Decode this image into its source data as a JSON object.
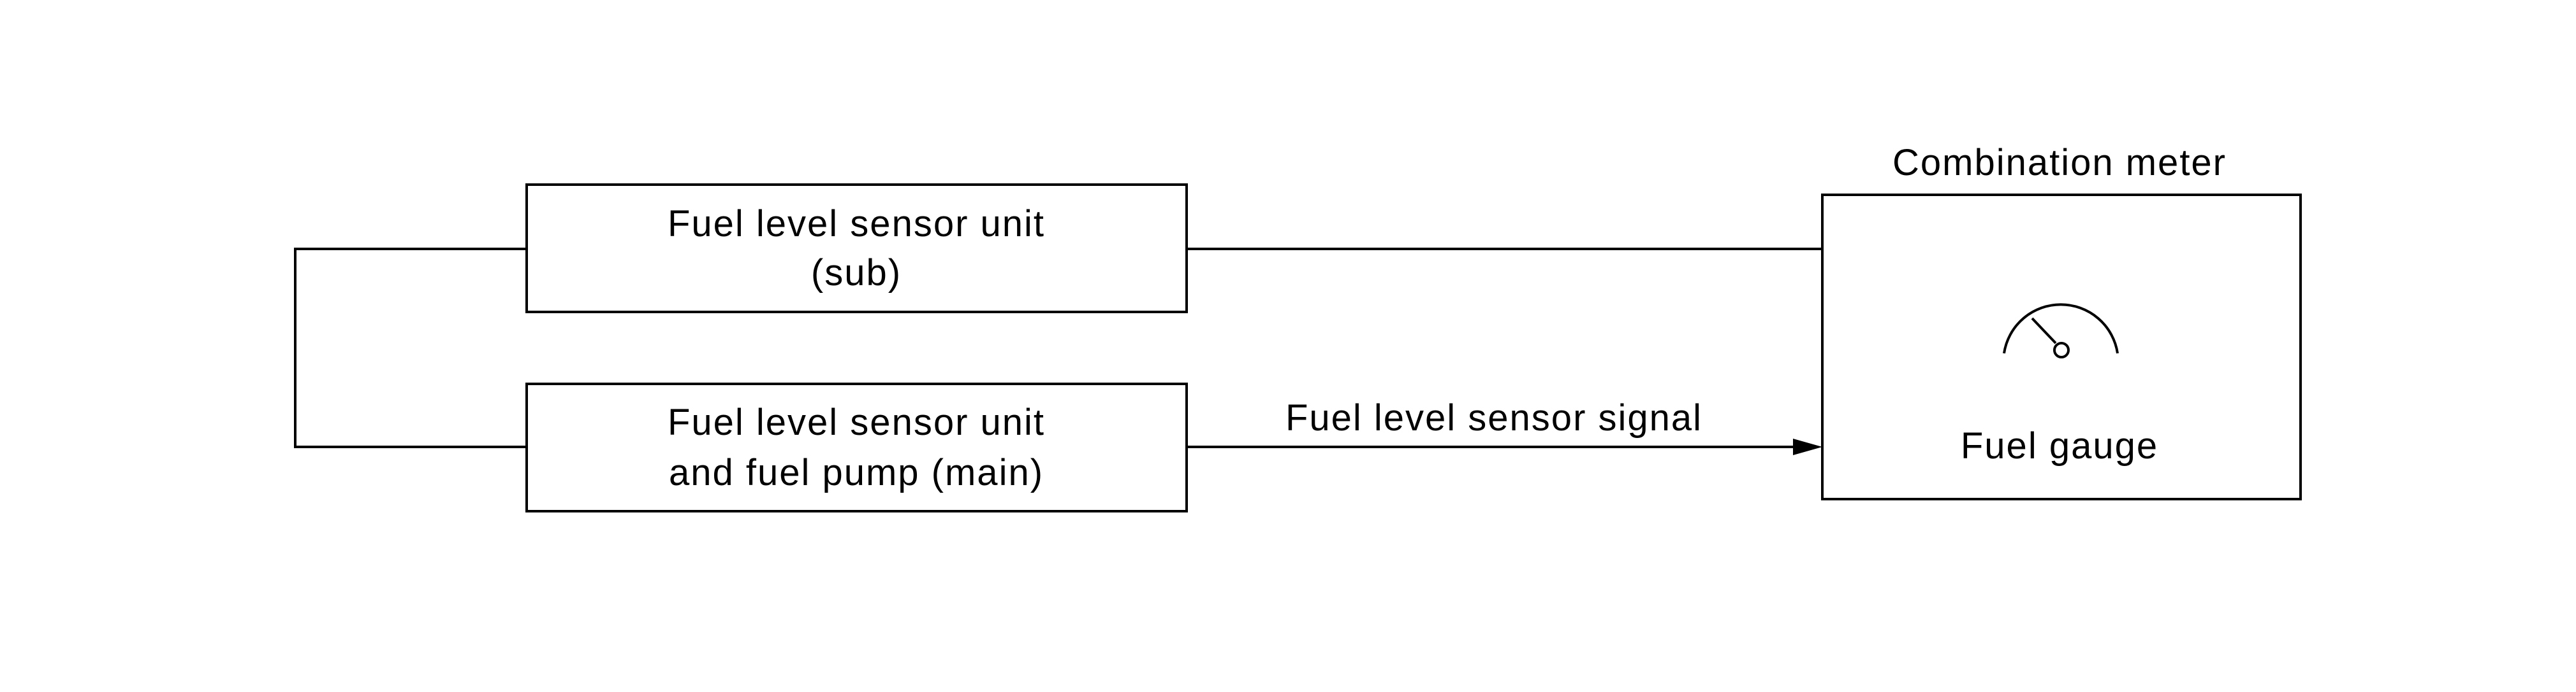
{
  "colors": {
    "line": "#000000",
    "background": "#ffffff"
  },
  "nodes": {
    "sub_sensor": {
      "line1": "Fuel level sensor unit",
      "line2": "(sub)"
    },
    "main_sensor": {
      "line1": "Fuel level sensor unit",
      "line2": "and fuel pump (main)"
    },
    "combination_meter": {
      "title": "Combination meter",
      "gauge_label": "Fuel gauge",
      "icon": "gauge-icon"
    }
  },
  "edges": {
    "signal_label": "Fuel level sensor signal"
  }
}
